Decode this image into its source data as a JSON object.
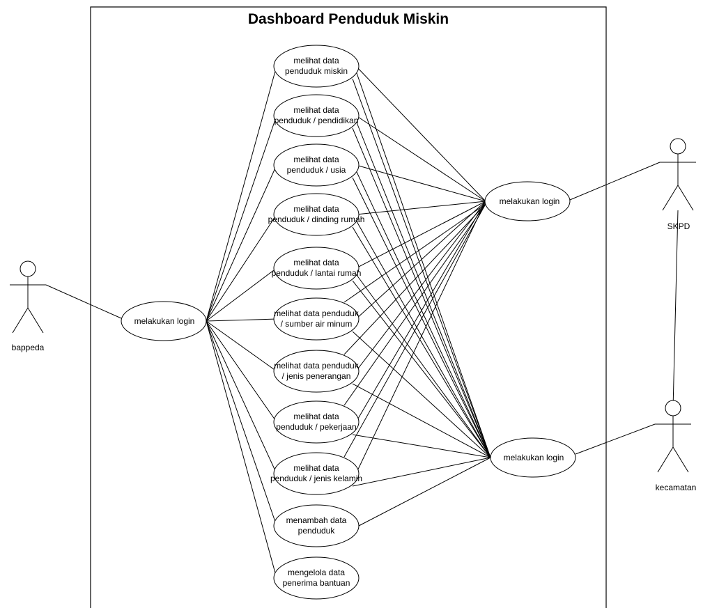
{
  "system": {
    "title": "Dashboard Penduduk Miskin"
  },
  "actors": {
    "bappeda": "bappeda",
    "skpd": "SKPD",
    "kecamatan": "kecamatan"
  },
  "login": {
    "left": "melakukan login",
    "skpd": "melakukan login",
    "kecamatan": "melakukan login"
  },
  "use_cases": [
    {
      "line1": "melihat data",
      "line2": "penduduk miskin"
    },
    {
      "line1": "melihat data",
      "line2": "penduduk / pendidikan"
    },
    {
      "line1": "melihat data",
      "line2": "penduduk / usia"
    },
    {
      "line1": "melihat data",
      "line2": "penduduk / dinding rumah"
    },
    {
      "line1": "melihat data",
      "line2": "penduduk / lantai rumah"
    },
    {
      "line1": "melihat data penduduk",
      "line2": "/ sumber air minum"
    },
    {
      "line1": "melihat data penduduk",
      "line2": "/ jenis penerangan"
    },
    {
      "line1": "melihat data",
      "line2": "penduduk / pekerjaan"
    },
    {
      "line1": "melihat data",
      "line2": "penduduk / jenis kelamin"
    },
    {
      "line1": "menambah data",
      "line2": "penduduk"
    },
    {
      "line1": "mengelola data",
      "line2": "penerima bantuan"
    }
  ]
}
